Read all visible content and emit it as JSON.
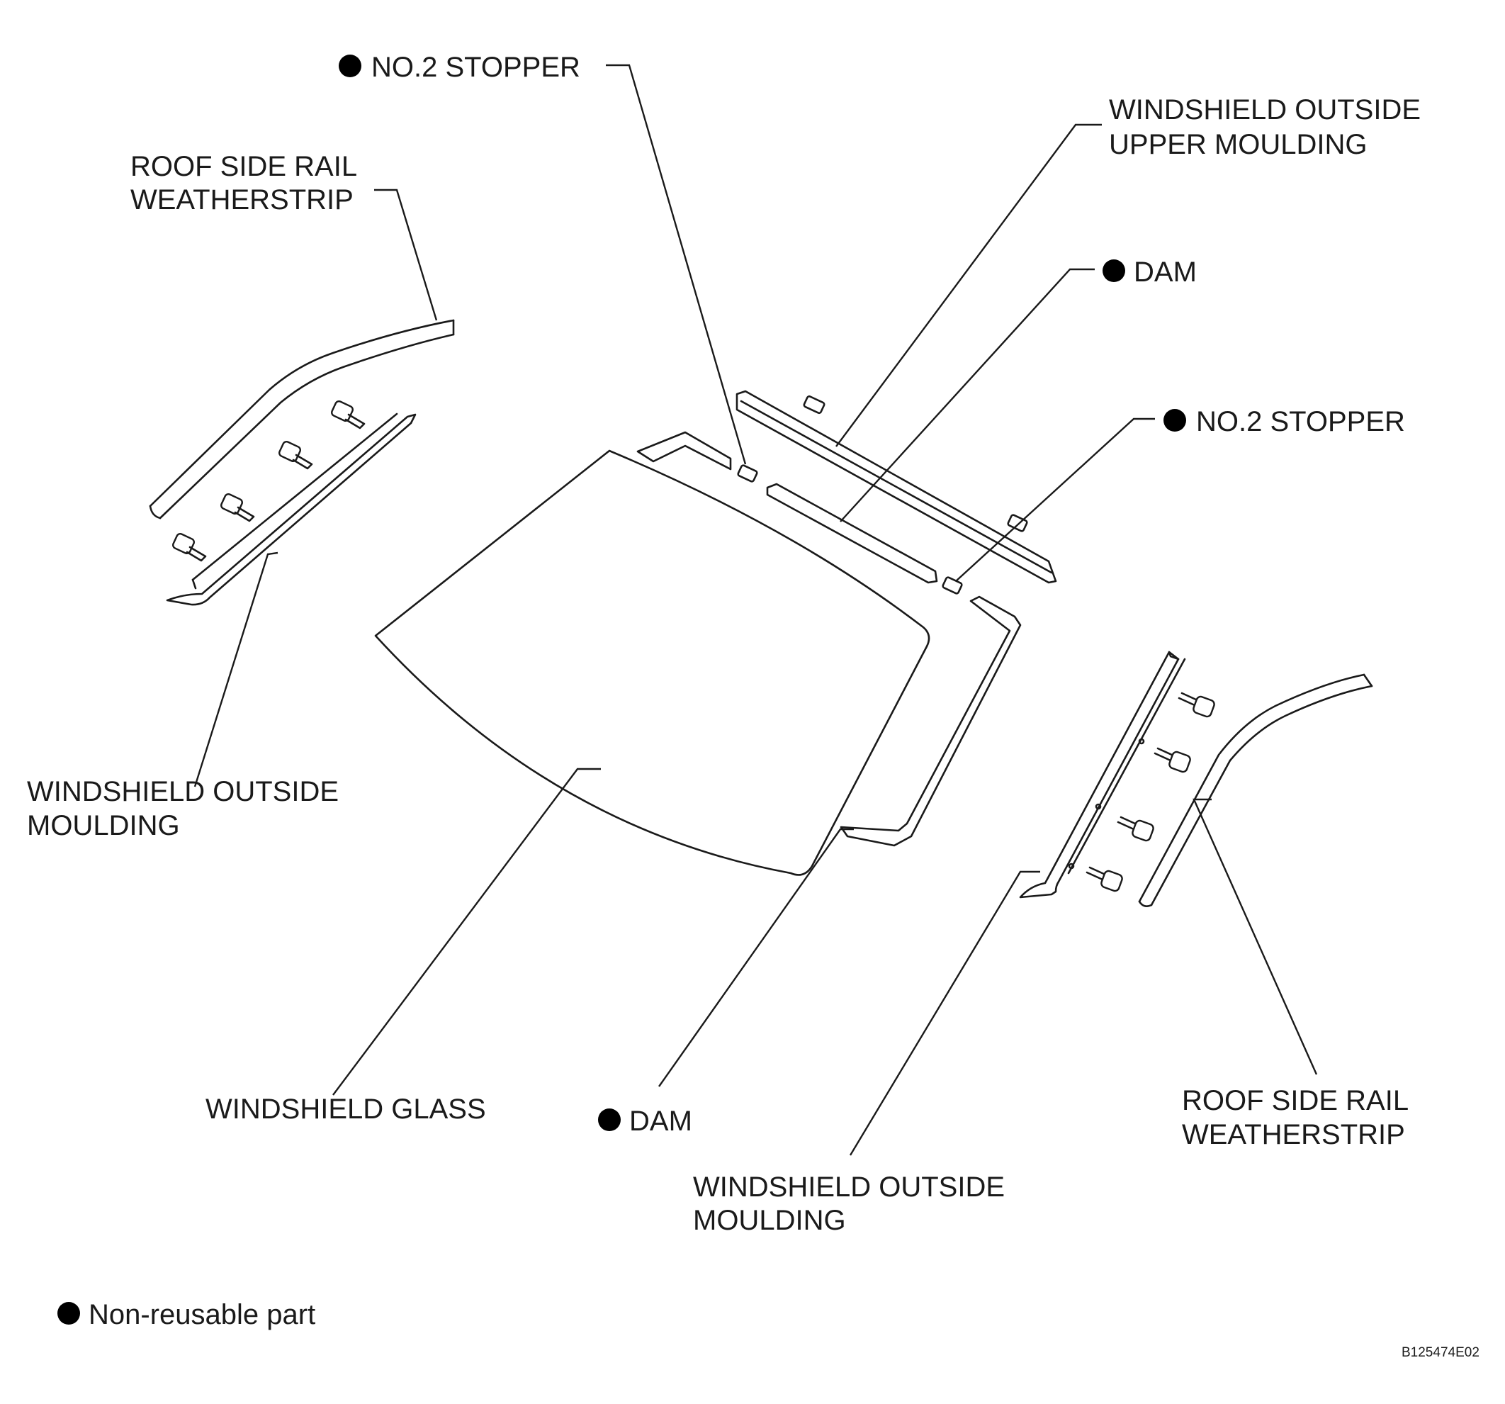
{
  "labels": {
    "no2_stopper_top": "NO.2 STOPPER",
    "windshield_outside_upper_moulding": [
      "WINDSHIELD OUTSIDE",
      "UPPER MOULDING"
    ],
    "roof_side_rail_weatherstrip_left": [
      "ROOF SIDE RAIL",
      "WEATHERSTRIP"
    ],
    "dam_top": "DAM",
    "no2_stopper_right": "NO.2 STOPPER",
    "windshield_outside_moulding_left": [
      "WINDSHIELD OUTSIDE",
      "MOULDING"
    ],
    "windshield_glass": "WINDSHIELD GLASS",
    "dam_bottom": "DAM",
    "windshield_outside_moulding_right": [
      "WINDSHIELD OUTSIDE",
      "MOULDING"
    ],
    "roof_side_rail_weatherstrip_right": [
      "ROOF SIDE RAIL",
      "WEATHERSTRIP"
    ]
  },
  "legend": {
    "non_reusable_part": "Non-reusable part"
  },
  "figure_code": "B125474E02"
}
